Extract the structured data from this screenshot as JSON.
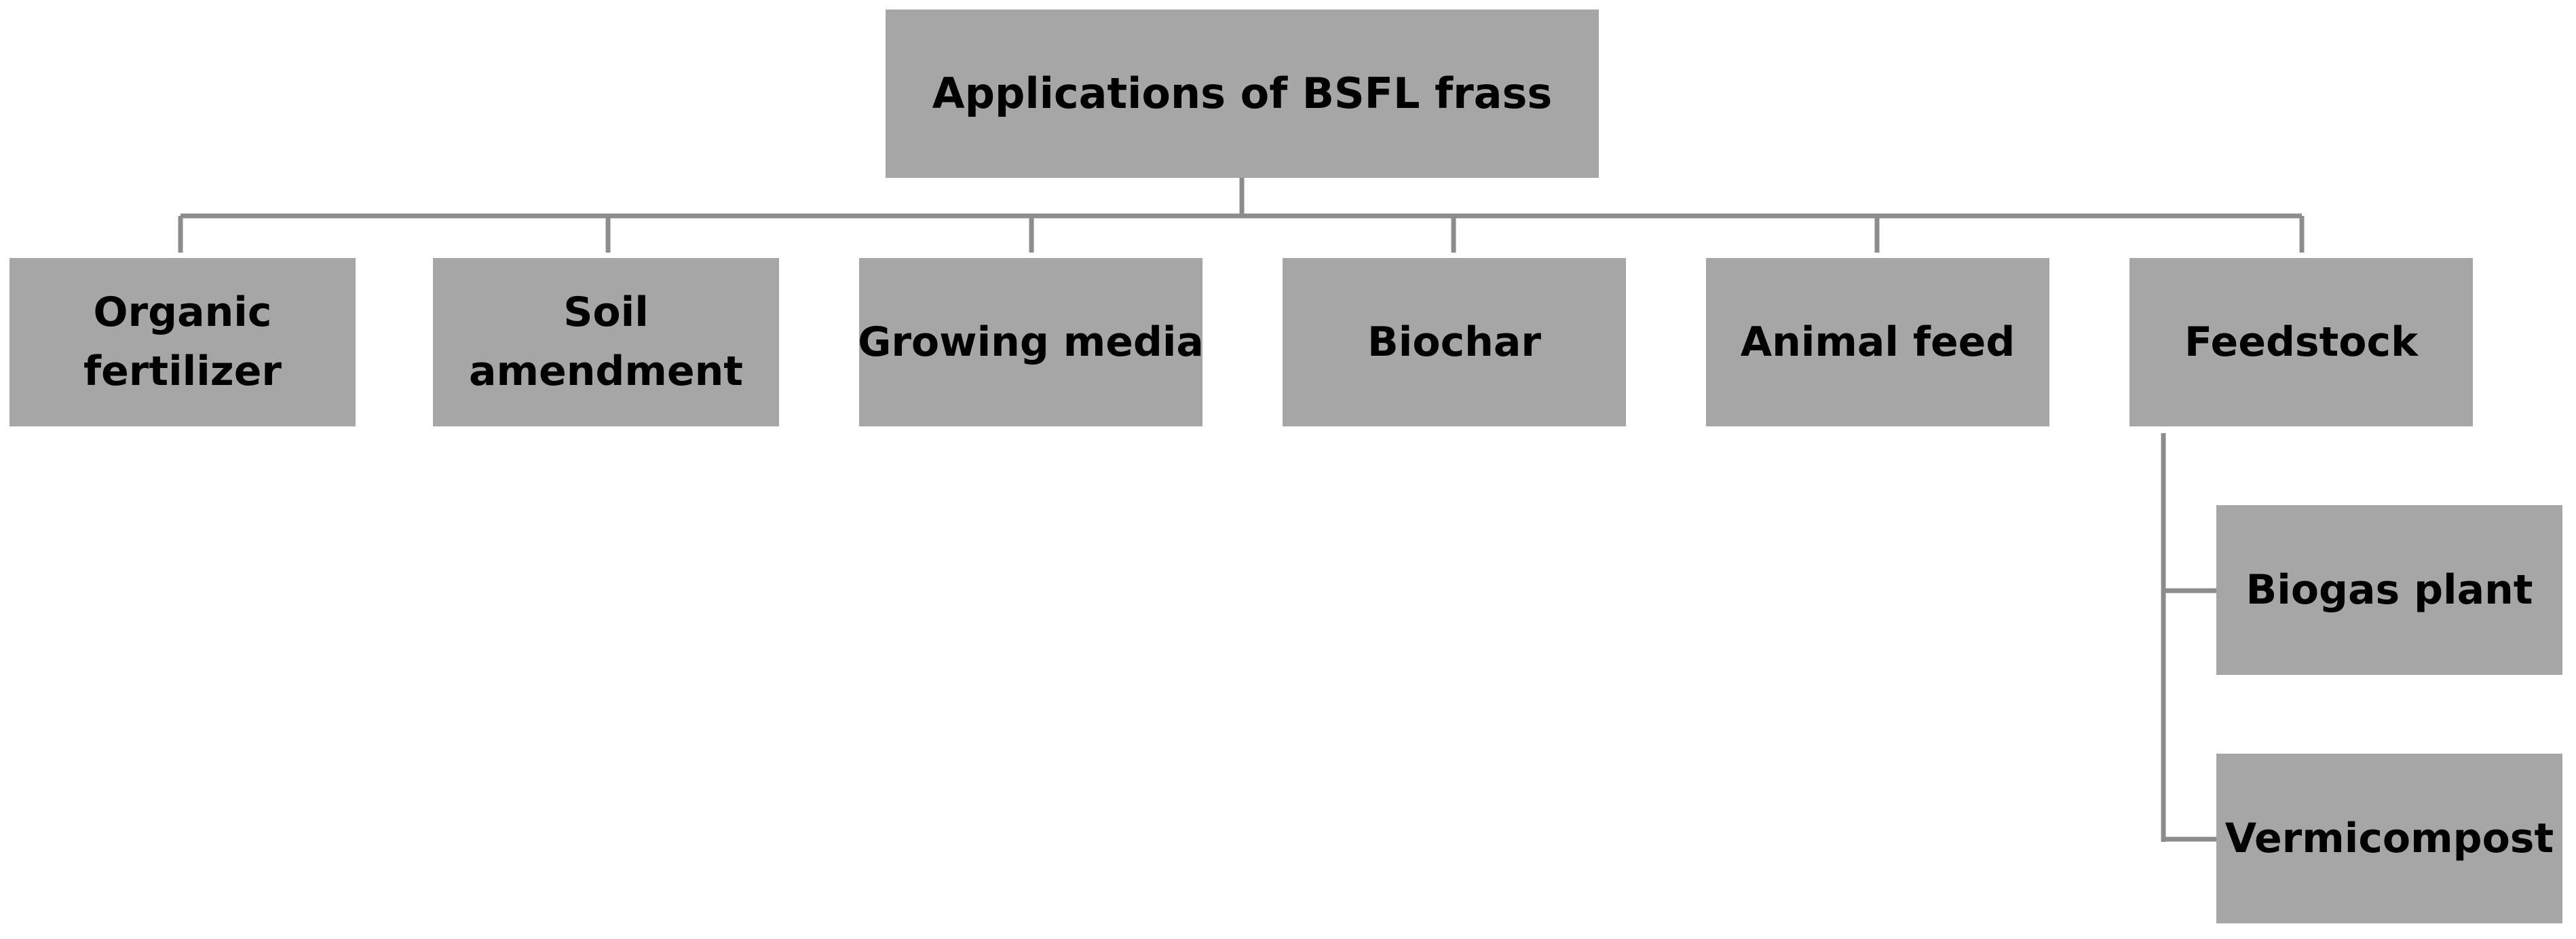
{
  "root": {
    "label": "Applications of BSFL frass"
  },
  "children": [
    {
      "label": "Organic fertilizer"
    },
    {
      "label": "Soil amendment"
    },
    {
      "label": "Growing media"
    },
    {
      "label": "Biochar"
    },
    {
      "label": "Animal feed"
    },
    {
      "label": "Feedstock"
    }
  ],
  "feedstock_children": [
    {
      "label": "Biogas plant"
    },
    {
      "label": "Vermicompost"
    }
  ],
  "colors": {
    "box_fill": "#a6a6a6",
    "connector": "#8c8c8c",
    "text": "#000000"
  }
}
